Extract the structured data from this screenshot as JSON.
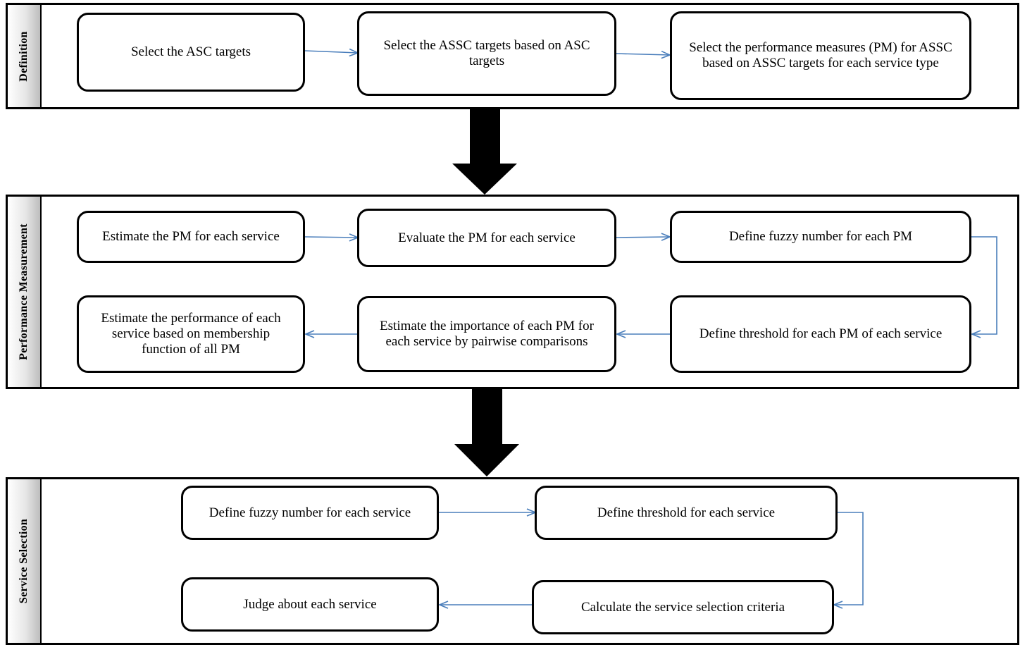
{
  "sections": [
    {
      "label": "Definition",
      "steps": [
        "Select the ASC targets",
        "Select the ASSC targets based on ASC targets",
        "Select the performance measures (PM) for ASSC based on ASSC targets for each service type"
      ]
    },
    {
      "label": "Performance Measurement",
      "steps": [
        "Estimate the PM for each service",
        "Evaluate the PM for each service",
        "Define fuzzy number for each PM",
        "Define threshold for each PM of each service",
        "Estimate the importance of each PM for each service by pairwise comparisons",
        "Estimate the performance of each service based on membership function of all PM"
      ]
    },
    {
      "label": "Service Selection",
      "steps": [
        "Define fuzzy number for each service",
        "Define threshold for each service",
        "Calculate the service selection criteria",
        "Judge about each service"
      ]
    }
  ],
  "colors": {
    "connector": "#4a7ebb",
    "border": "#000000",
    "strip_shade": "#bdbdbd"
  }
}
